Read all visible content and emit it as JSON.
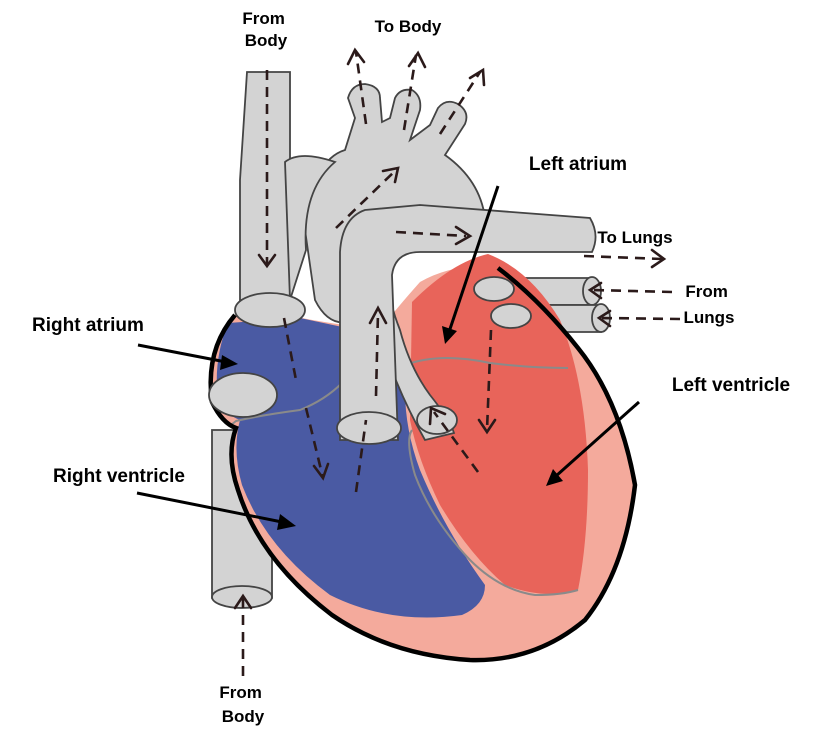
{
  "labels": {
    "from_body_top": [
      "From",
      "Body"
    ],
    "to_body": "To Body",
    "left_atrium": "Left atrium",
    "to_lungs": "To Lungs",
    "from_lungs": [
      "From",
      "Lungs"
    ],
    "right_atrium": "Right atrium",
    "left_ventricle": "Left ventricle",
    "right_ventricle": "Right ventricle",
    "from_body_bottom": [
      "From",
      "Body"
    ]
  },
  "colors": {
    "vessel": "#d3d3d3",
    "deoxygenated_blood": "#4a5aa3",
    "oxygenated_blood": "#e8645a",
    "heart_wall": "#f4aa9c",
    "outline": "#000000",
    "flow_arrow": "#2b1a1a"
  }
}
